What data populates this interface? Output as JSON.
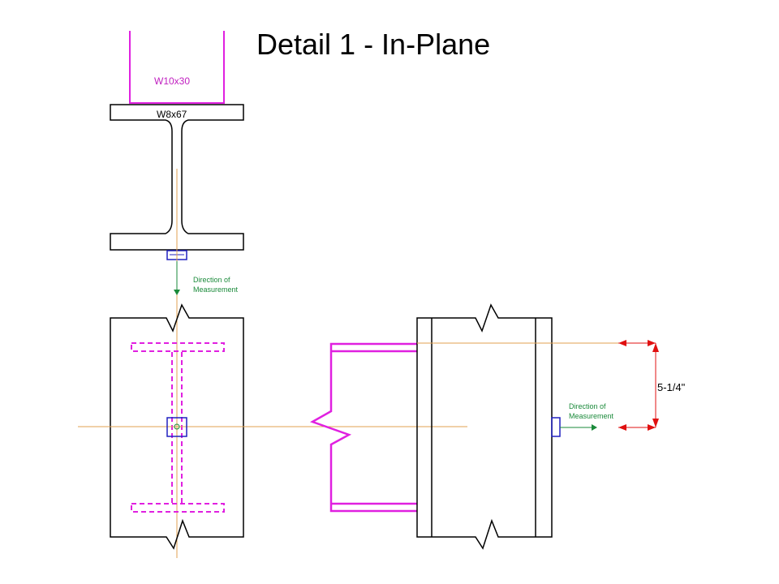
{
  "title": "Detail 1 - In-Plane",
  "labels": {
    "upper_section": "W10x30",
    "lower_section": "W8x67",
    "direction_top_line1": "Direction of",
    "direction_top_line2": "Measurement",
    "direction_side_line1": "Direction of",
    "direction_side_line2": "Measurement",
    "dimension": "5-1/4\""
  },
  "colors": {
    "steel_outline": "#000000",
    "brace_member": "#e020e0",
    "centerline": "#e0a050",
    "direction_arrow": "#1a8a3a",
    "dimension": "#e01010",
    "gauge": "#2020c0"
  }
}
